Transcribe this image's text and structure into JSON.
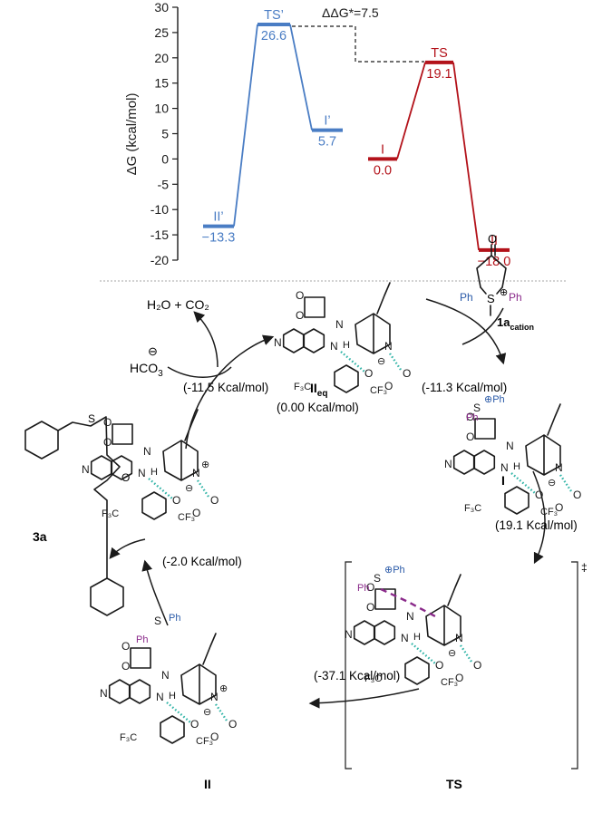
{
  "colors": {
    "blue": "#4a7dc4",
    "red": "#b3121a",
    "purple": "#8a2a8a",
    "teal": "#33b5a8",
    "ink": "#1a1a1a"
  },
  "chart_data": {
    "type": "line",
    "ylabel": "ΔG (kcal/mol)",
    "ylim": [
      -20,
      30
    ],
    "yticks": [
      30,
      25,
      20,
      15,
      10,
      5,
      0,
      -5,
      -10,
      -15,
      -20
    ],
    "series": [
      {
        "color": "#4a7dc4",
        "points": [
          {
            "label": "II’",
            "value": -13.3,
            "value_text": "−13.3"
          },
          {
            "label": "TS’",
            "value": 26.6,
            "value_text": "26.6"
          },
          {
            "label": "I’",
            "value": 5.7,
            "value_text": "5.7"
          }
        ]
      },
      {
        "color": "#b3121a",
        "points": [
          {
            "label": "I",
            "value": 0.0,
            "value_text": "0.0"
          },
          {
            "label": "TS",
            "value": 19.1,
            "value_text": "19.1"
          },
          {
            "label": "II",
            "value": -18.0,
            "value_text": "−18.0"
          }
        ]
      }
    ],
    "annotation": "ΔΔG*=7.5"
  },
  "cycle": {
    "h2o_co2": "H₂O + CO₂",
    "hco3_text": "HCO",
    "hco3_sub": "3",
    "iieq": {
      "main": "II",
      "sub": "eq",
      "energy": "(0.00 Kcal/mol)"
    },
    "i_label": "I",
    "ts_label": "TS",
    "ii_label": "II",
    "reagent": {
      "main": "1a",
      "sub": "cation"
    },
    "product": "3a",
    "steps": {
      "to_I": "(-11.3 Kcal/mol)",
      "to_TS": "(19.1 Kcal/mol)",
      "to_II": "(-37.1 Kcal/mol)",
      "release": "(-2.0 Kcal/mol)",
      "regen": "(-11.5 Kcal/mol)"
    },
    "double_dagger": "‡",
    "atoms": {
      "O": "O",
      "N": "N",
      "H": "H",
      "S": "S",
      "Ph": "Ph",
      "F3C": "F₃C",
      "CF3": "CF₃",
      "minus": "⊖",
      "plus": "⊕"
    }
  }
}
